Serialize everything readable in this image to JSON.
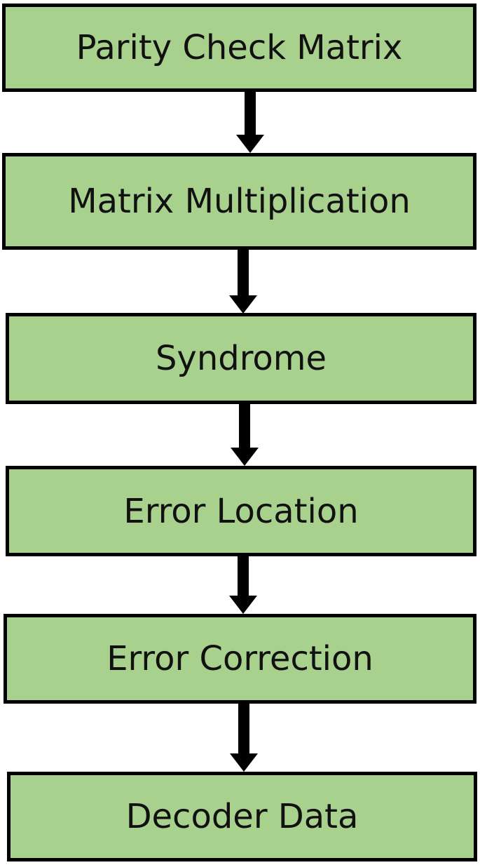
{
  "colors": {
    "box_fill": "#a9d18e",
    "box_border": "#000000",
    "arrow": "#000000",
    "text": "#111111"
  },
  "flow": {
    "steps": [
      {
        "label": "Parity Check Matrix"
      },
      {
        "label": "Matrix Multiplication"
      },
      {
        "label": "Syndrome"
      },
      {
        "label": "Error Location"
      },
      {
        "label": "Error Correction"
      },
      {
        "label": "Decoder Data"
      }
    ]
  }
}
